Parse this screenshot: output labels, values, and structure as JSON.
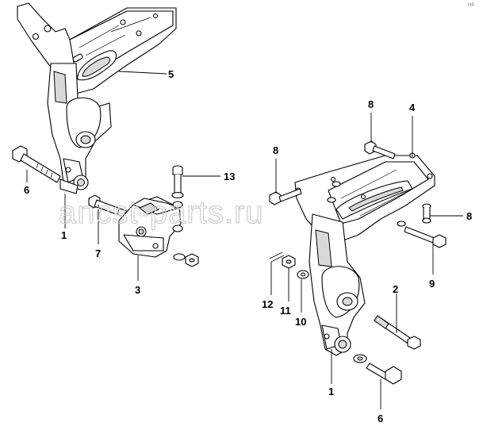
{
  "watermark": "ancst-parts.ru",
  "corner_mark": "HP",
  "callouts": [
    {
      "id": "c5",
      "label": "5"
    },
    {
      "id": "c6a",
      "label": "6"
    },
    {
      "id": "c1a",
      "label": "1"
    },
    {
      "id": "c7",
      "label": "7"
    },
    {
      "id": "c3",
      "label": "3"
    },
    {
      "id": "c13",
      "label": "13"
    },
    {
      "id": "c8a",
      "label": "8"
    },
    {
      "id": "c4",
      "label": "4"
    },
    {
      "id": "c8b",
      "label": "8"
    },
    {
      "id": "c8c",
      "label": "8"
    },
    {
      "id": "c9",
      "label": "9"
    },
    {
      "id": "c2",
      "label": "2"
    },
    {
      "id": "c12",
      "label": "12"
    },
    {
      "id": "c11",
      "label": "11"
    },
    {
      "id": "c10",
      "label": "10"
    },
    {
      "id": "c1b",
      "label": "1"
    },
    {
      "id": "c6b",
      "label": "6"
    }
  ]
}
